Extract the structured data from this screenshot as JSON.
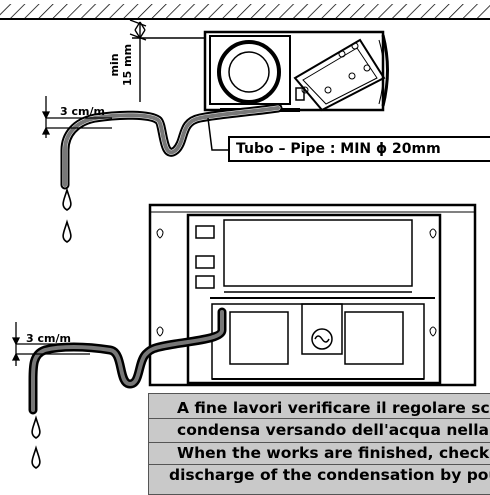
{
  "labels": {
    "min_clearance_line1": "min",
    "min_clearance_line2": "15 mm",
    "slope_top": "3 cm/m",
    "slope_bottom": "3 cm/m",
    "pipe_spec": "Tubo – Pipe : MIN ϕ 20mm"
  },
  "notice": {
    "line1": "A fine lavori verificare il regolare scarico della",
    "line2": "condensa versando dell'acqua nella vaschetta",
    "line3": "When the works are finished, check the",
    "line4": "discharge of the condensation by pouring water"
  }
}
